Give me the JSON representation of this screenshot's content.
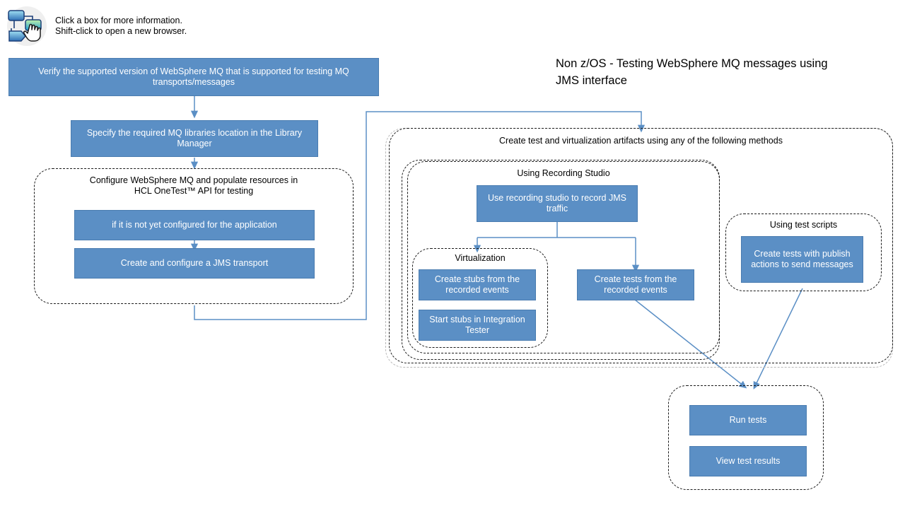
{
  "header": {
    "icon": "flowchart-hand-cursor-icon",
    "note_line1": "Click a box for more information.",
    "note_line2": "Shift-click to open a new browser.",
    "note": "Click a box for more information.\nShift-click to open a new browser."
  },
  "title": "Non z/OS - Testing WebSphere MQ messages using\nJMS interface",
  "colors": {
    "box_fill": "#5b8fc5",
    "box_border": "#4a7cb0",
    "box_text": "#ffffff",
    "connector": "#5b8fc5",
    "dashed_border": "#1a1a1a",
    "dashed_border_faint": "#b9b9b9",
    "background": "#ffffff"
  },
  "boxes": {
    "verify_version": "Verify the supported version of WebSphere MQ that is supported for testing MQ transports/messages",
    "specify_libraries": "Specify the required MQ libraries location in the Library Manager",
    "not_configured": "if it is not yet configured for the application",
    "create_jms_transport": "Create and configure a JMS transport",
    "use_recording_studio": "Use recording studio to record JMS traffic",
    "create_stubs": "Create stubs from the recorded events",
    "start_stubs": "Start stubs in Integration Tester",
    "create_tests_recorded": "Create tests from the recorded events",
    "create_tests_publish": "Create tests with publish actions to send messages",
    "run_tests": "Run tests",
    "view_test_results": "View test results"
  },
  "groups": {
    "configure_mq": "Configure WebSphere MQ and populate resources in\nHCL OneTest™ API for testing",
    "create_artifacts": "Create test and virtualization artifacts using any of the following methods",
    "using_recording_studio": "Using Recording Studio",
    "virtualization": "Virtualization",
    "using_test_scripts": "Using test scripts",
    "results_group": ""
  }
}
